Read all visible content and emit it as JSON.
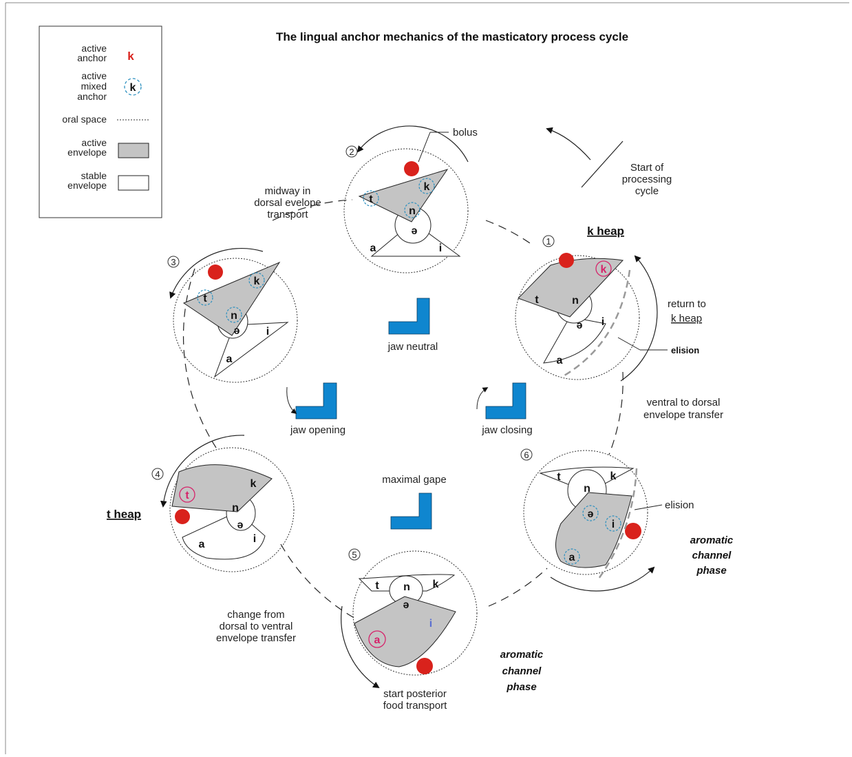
{
  "title": "The lingual anchor mechanics of the masticatory process cycle",
  "legend": {
    "active_anchor": [
      "active",
      "anchor"
    ],
    "active_anchor_symbol": "k",
    "active_mixed_anchor": [
      "active",
      "mixed",
      "anchor"
    ],
    "active_mixed_anchor_symbol": "k",
    "oral_space": "oral space",
    "active_envelope": [
      "active",
      "envelope"
    ],
    "stable_envelope": [
      "stable",
      "envelope"
    ]
  },
  "labels": {
    "bolus": "bolus",
    "start_cycle": [
      "Start of",
      "processing",
      "cycle"
    ],
    "midway": [
      "midway in",
      "dorsal evelope",
      "transport"
    ],
    "k_heap": "k heap",
    "return_k_heap": [
      "return to",
      "k heap"
    ],
    "elision": "elision",
    "ventral_to_dorsal": [
      "ventral to dorsal",
      "envelope transfer"
    ],
    "jaw_neutral": "jaw neutral",
    "jaw_opening": "jaw opening",
    "jaw_closing": "jaw closing",
    "maximal_gape": "maximal gape",
    "t_heap": "t heap",
    "change_dorsal_ventral": [
      "change from",
      "dorsal to ventral",
      "envelope transfer"
    ],
    "start_posterior": [
      "start posterior",
      "food transport"
    ],
    "aromatic_channel_phase": [
      "aromatic",
      "channel",
      "phase"
    ]
  },
  "phases": [
    {
      "number": "1",
      "letters": [
        "k",
        "t",
        "n",
        "ə",
        "i",
        "a"
      ]
    },
    {
      "number": "2",
      "letters": [
        "k",
        "t",
        "n",
        "ə",
        "a",
        "i"
      ]
    },
    {
      "number": "3",
      "letters": [
        "k",
        "t",
        "n",
        "ə",
        "i",
        "a"
      ]
    },
    {
      "number": "4",
      "letters": [
        "t",
        "k",
        "n",
        "ə",
        "i",
        "a"
      ]
    },
    {
      "number": "5",
      "letters": [
        "t",
        "n",
        "k",
        "ə",
        "i",
        "a"
      ]
    },
    {
      "number": "6",
      "letters": [
        "t",
        "k",
        "n",
        "ə",
        "i",
        "a"
      ]
    }
  ],
  "colors": {
    "anchor_red": "#d9221c",
    "mixed_anchor_dash": "#2a8fbf",
    "envelope_grey": "#c4c4c4",
    "jaw_blue": "#0f86cf",
    "magenta": "#d6236a",
    "blue_letter": "#5b6fd0",
    "elision_grey": "#999999"
  }
}
